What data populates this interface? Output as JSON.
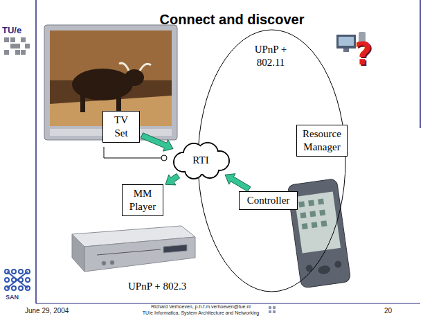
{
  "diagram": {
    "title": "Connect and discover",
    "nodes": [
      {
        "text": [
          "TV Set"
        ]
      },
      {
        "text": [
          "UPnP + 802.11"
        ]
      },
      {
        "text": [
          "Resource Manager"
        ],
        "in": 1
      },
      {
        "text": [
          "RTI"
        ]
      },
      {
        "text": [
          "MM Player"
        ]
      },
      {
        "text": [
          "Controller"
        ],
        "in": 1
      }
    ],
    "edges": [
      {
        "from": 0,
        "to": 3,
        "arrow": "to"
      },
      {
        "from": 3,
        "to": 4,
        "arrow": "to"
      },
      {
        "from": 5,
        "to": 3,
        "arrow": "to"
      }
    ],
    "labels": [
      "TU/e",
      "?",
      "UPnP + 802.3",
      "SAN",
      "June 29, 2004",
      "Richard Verhoeven, p.h.f.m.verhoeven@tue.nl",
      "TU/e Informatica, System Architecture and Networking",
      "20"
    ]
  }
}
